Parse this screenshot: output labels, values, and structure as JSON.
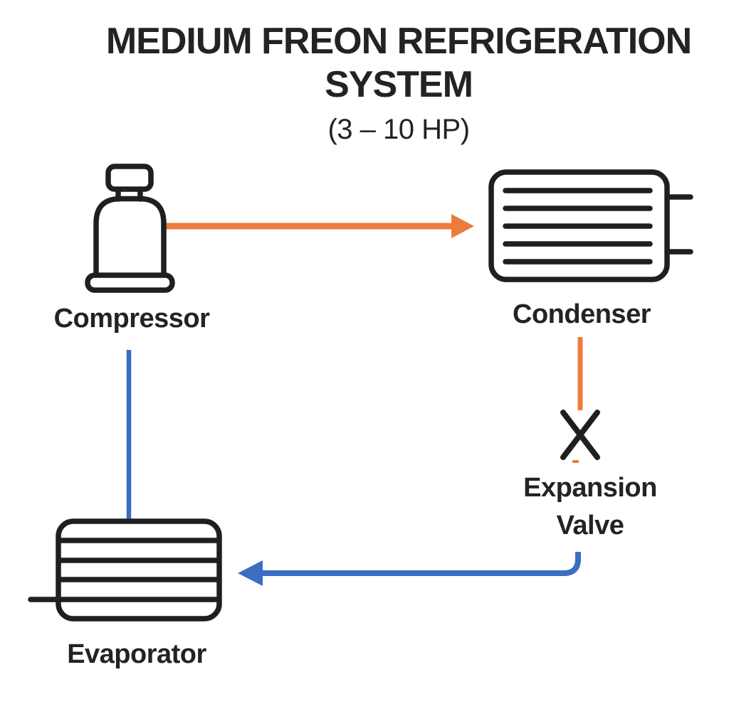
{
  "title": {
    "line1": "MEDIUM FREON REFRIGERATION",
    "line2": "SYSTEM",
    "subtitle": "(3 – 10 HP)"
  },
  "diagram": {
    "type": "refrigeration-cycle",
    "components": [
      {
        "id": "compressor",
        "label": "Compressor"
      },
      {
        "id": "condenser",
        "label": "Condenser"
      },
      {
        "id": "expansion-valve",
        "label": "Expansion Valve",
        "label_lines": [
          "Expansion",
          "Valve"
        ]
      },
      {
        "id": "evaporator",
        "label": "Evaporator"
      }
    ],
    "flows": [
      {
        "from": "compressor",
        "to": "condenser",
        "line_color": "#EC7C3E",
        "arrowhead": true
      },
      {
        "from": "condenser",
        "to": "expansion-valve",
        "line_color": "#EC7C3E",
        "arrowhead": false
      },
      {
        "from": "expansion-valve",
        "to": "evaporator",
        "line_color": "#3A6EC2",
        "arrowhead": true
      },
      {
        "from": "evaporator",
        "to": "compressor",
        "line_color": "#3A6EC2",
        "arrowhead": false
      }
    ]
  },
  "colors": {
    "hot_side_line": "#EC7C3E",
    "cold_side_line": "#3A6EC2",
    "component_outline": "#1F1F1F",
    "label_text": "#232323",
    "background": "#FFFFFF"
  }
}
